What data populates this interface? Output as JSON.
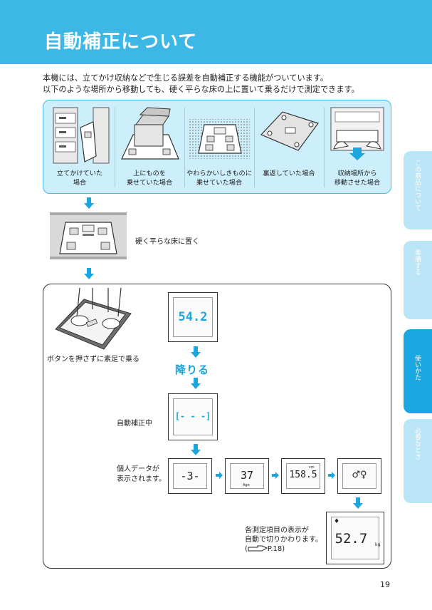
{
  "header": {
    "title": "自動補正について"
  },
  "intro": {
    "line1": "本機には、立てかけ収納などで生じる誤差を自動補正する機能がついています。",
    "line2": "以下のような場所から移動しても、硬く平らな床の上に置いて乗るだけで測定できます。"
  },
  "situations": [
    {
      "line1": "立てかけていた",
      "line2": "場合"
    },
    {
      "line1": "上にものを",
      "line2": "乗せていた場合"
    },
    {
      "line1": "やわらかいしきものに",
      "line2": "乗せていた場合"
    },
    {
      "line1": "裏返していた場合",
      "line2": ""
    },
    {
      "line1": "収納場所から",
      "line2": "移動させた場合"
    }
  ],
  "floor": {
    "label": "硬く平らな床に置く"
  },
  "steps": {
    "step_on": "ボタンを押さずに素足で乗る",
    "step_off": "降りる",
    "auto_correct": "自動補正中",
    "personal_line1": "個人データが",
    "personal_line2": "表示されます。",
    "measure_line1": "各測定項目の表示が",
    "measure_line2": "自動で切りかわります。",
    "measure_line3": "P.18)",
    "measure_paren": "("
  },
  "displays": {
    "weight_flash": "54.2",
    "correcting": "[- - -]",
    "number": "-3-",
    "age": "37",
    "age_unit": "Age",
    "height": "158.5",
    "height_unit": "cm",
    "gender": "♂♀",
    "result": "52.7",
    "result_unit": "kg"
  },
  "tabs": [
    {
      "label": "この商品について",
      "active": false
    },
    {
      "label": "準備する",
      "active": false
    },
    {
      "label": "使いかた",
      "active": true
    },
    {
      "label": "必要なとき",
      "active": false
    }
  ],
  "page": {
    "number": "19"
  },
  "colors": {
    "accent": "#3db8e6",
    "tab_active": "#1aa6de",
    "tab_inactive": "#b9e5f6",
    "panel_fill": "#cdeefb"
  }
}
